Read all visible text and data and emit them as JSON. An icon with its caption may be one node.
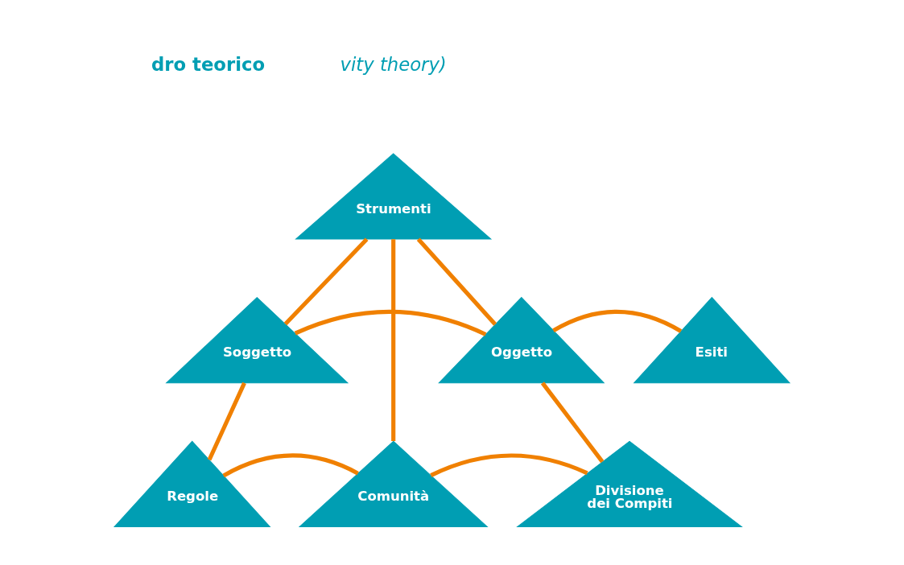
{
  "diagram": {
    "nodes": [
      {
        "text": [
          "Strumenti"
        ]
      },
      {
        "text": [
          "Soggetto"
        ]
      },
      {
        "text": [
          "Oggetto"
        ]
      },
      {
        "text": [
          "Esiti"
        ]
      },
      {
        "text": [
          "Regole"
        ]
      },
      {
        "text": [
          "Comunità"
        ]
      },
      {
        "text": [
          "Divisione dei Compiti"
        ]
      }
    ],
    "edges": [
      {
        "from": 0,
        "to": 1,
        "arrow": "none"
      },
      {
        "from": 0,
        "to": 2,
        "arrow": "none"
      },
      {
        "from": 0,
        "to": 5,
        "arrow": "none"
      },
      {
        "from": 1,
        "to": 2,
        "arrow": "none"
      },
      {
        "from": 2,
        "to": 3,
        "arrow": "none"
      },
      {
        "from": 1,
        "to": 4,
        "arrow": "none"
      },
      {
        "from": 2,
        "to": 6,
        "arrow": "none"
      },
      {
        "from": 4,
        "to": 5,
        "arrow": "none"
      },
      {
        "from": 5,
        "to": 6,
        "arrow": "none"
      }
    ],
    "labels": [
      "dro teorico",
      "vity theory)"
    ]
  }
}
